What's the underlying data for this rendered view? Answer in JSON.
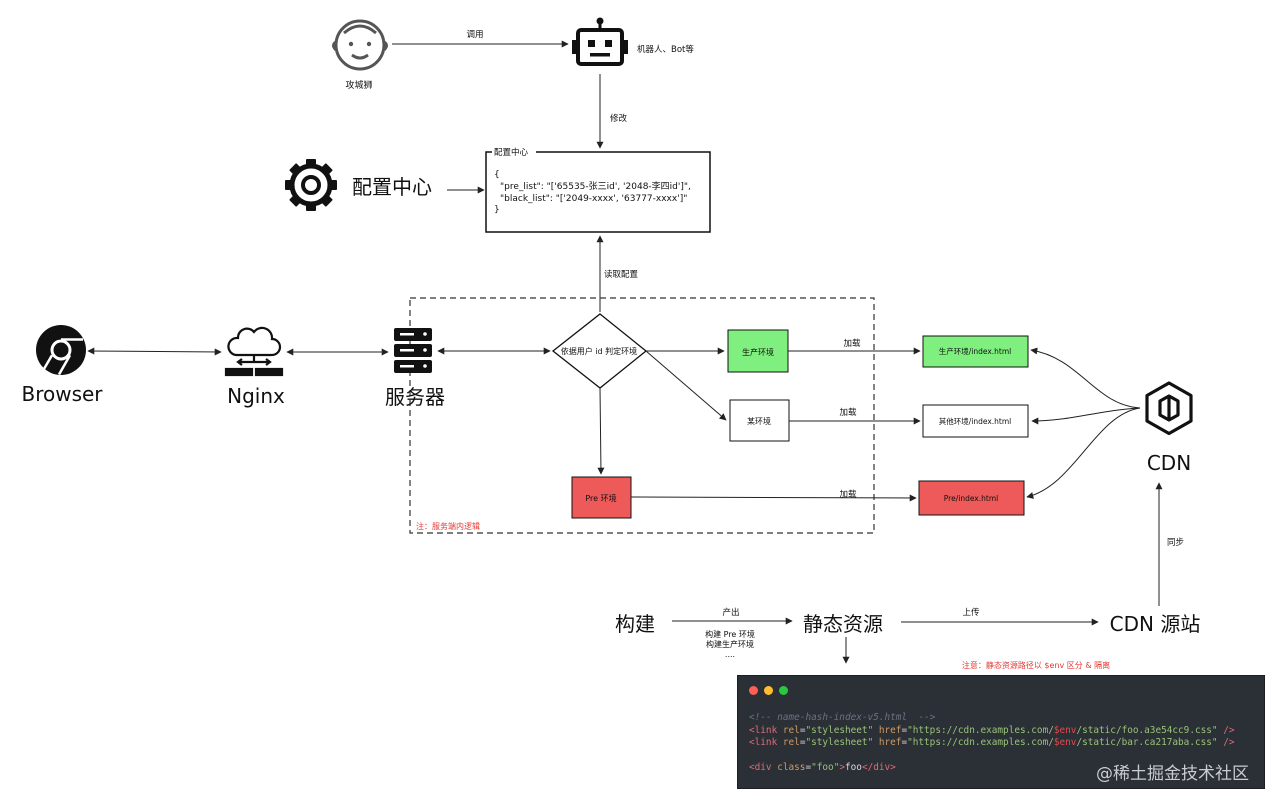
{
  "actors": {
    "developer": "攻城狮",
    "call_label": "调用",
    "bot": "机器人、Bot等",
    "modify_label": "修改"
  },
  "config_center": {
    "big_label": "配置中心",
    "box_title": "配置中心",
    "json_open": "{",
    "line1": "\"pre_list\": \"['65535-张三id', '2048-李四id']\",",
    "line2": "\"black_list\": \"['2049-xxxx', '63777-xxxx']\"",
    "json_close": "}",
    "read_label": "读取配置"
  },
  "chain": {
    "browser": "Browser",
    "nginx": "Nginx",
    "server": "服务器"
  },
  "server_logic": {
    "decision": "依据用户 id 判定环境",
    "prod_env": "生产环境",
    "other_env": "某环境",
    "pre_env": "Pre 环境",
    "load": "加载",
    "note": "注：服务端内逻辑"
  },
  "pages": {
    "prod": "生产环境/index.html",
    "other": "其他环境/index.html",
    "pre": "Pre/index.html"
  },
  "cdn": {
    "label": "CDN",
    "sync": "同步",
    "origin": "CDN 源站"
  },
  "build": {
    "build": "构建",
    "output": "产出",
    "static": "静态资源",
    "upload": "上传",
    "sub1": "构建 Pre 环境",
    "sub2": "构建生产环境",
    "sub3": "....",
    "note": "注意：静态资源路径以 $env 区分 & 隔离"
  },
  "code": {
    "comment": "<!-- name-hash-index-v5.html  -->",
    "l1_pre": "\"https://cdn.examples.com/",
    "l1_post": "/static/foo.a3e54cc9.css\"",
    "l2_post": "/static/bar.ca217aba.css\"",
    "env": "$env",
    "foo": "foo"
  },
  "watermark": "@稀土掘金技术社区",
  "colors": {
    "green": "#7ff07f",
    "red": "#ee5a5a",
    "code_bg": "#2b2f36",
    "note_red": "#e53935"
  }
}
